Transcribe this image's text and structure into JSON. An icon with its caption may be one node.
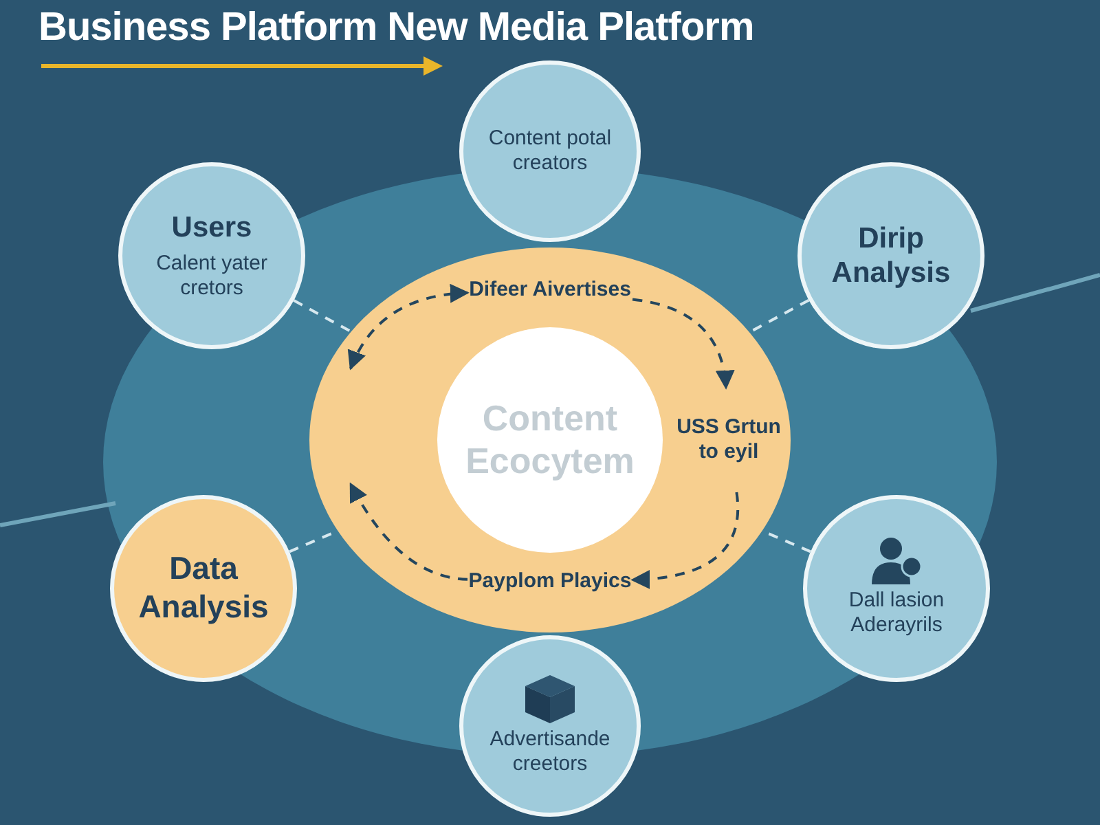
{
  "diagram": {
    "title": "Business Platform New Media Platform",
    "nodes": [
      {
        "text": [
          "Content potal creators"
        ]
      },
      {
        "text": [
          "Users",
          "Calent yater cretors"
        ]
      },
      {
        "text": [
          "Dirip Analysis"
        ]
      },
      {
        "text": [
          "Data Analysis"
        ]
      },
      {
        "text": [
          "Dall lasion Aderayrils"
        ]
      },
      {
        "text": [
          "Advertisande creetors"
        ]
      },
      {
        "text": [],
        "shape": "circle"
      },
      {
        "text": [
          "Difeer Aivertises"
        ],
        "in": 6
      },
      {
        "text": [
          "Content Ecocytem"
        ],
        "in": 6
      },
      {
        "text": [
          "USS Grtun to eyil"
        ],
        "in": 6
      },
      {
        "text": [
          "Payplom Playics"
        ],
        "in": 6
      }
    ],
    "edges": [
      {
        "from": 1,
        "to": 6,
        "arrow": "none",
        "style": "dashed",
        "color": "#d6e8ef"
      },
      {
        "from": 2,
        "to": 6,
        "arrow": "none",
        "style": "dashed",
        "color": "#d6e8ef"
      },
      {
        "from": 3,
        "to": 6,
        "arrow": "none",
        "style": "dashed",
        "color": "#d6e8ef"
      },
      {
        "from": 4,
        "to": 6,
        "arrow": "none",
        "style": "dashed",
        "color": "#d6e8ef"
      },
      {
        "from": 7,
        "to": 9,
        "arrow": "to",
        "style": "dashed",
        "color": "#24465e"
      },
      {
        "from": 9,
        "to": 10,
        "arrow": "to",
        "style": "dashed",
        "color": "#24465e"
      },
      {
        "from": 10,
        "to": null,
        "arrow": "to",
        "style": "dashed",
        "color": "#24465e"
      },
      {
        "from": null,
        "to": 7,
        "arrow": "both",
        "style": "dashed",
        "color": "#24465e"
      }
    ]
  }
}
